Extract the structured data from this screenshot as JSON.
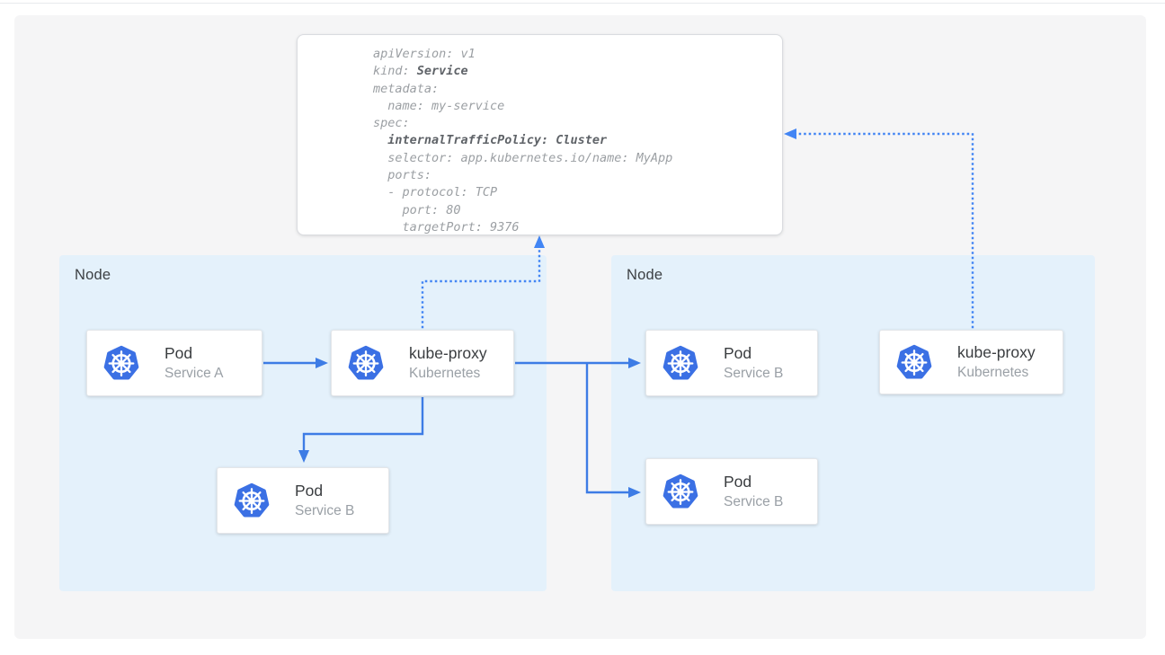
{
  "code_card": {
    "lines": [
      [
        {
          "text": "apiVersion: v1",
          "bold": false
        }
      ],
      [
        {
          "text": "kind: ",
          "bold": false
        },
        {
          "text": "Service",
          "bold": true
        }
      ],
      [
        {
          "text": "metadata:",
          "bold": false
        }
      ],
      [
        {
          "text": "  name: my-service",
          "bold": false
        }
      ],
      [
        {
          "text": "spec:",
          "bold": false
        }
      ],
      [
        {
          "text": "  ",
          "bold": false
        },
        {
          "text": "internalTrafficPolicy: Cluster",
          "bold": true
        }
      ],
      [
        {
          "text": "  selector: app.kubernetes.io/name: MyApp",
          "bold": false
        }
      ],
      [
        {
          "text": "  ports:",
          "bold": false
        }
      ],
      [
        {
          "text": "  - protocol: TCP",
          "bold": false
        }
      ],
      [
        {
          "text": "    port: 80",
          "bold": false
        }
      ],
      [
        {
          "text": "    targetPort: 9376",
          "bold": false
        }
      ]
    ]
  },
  "nodes": {
    "left": {
      "label": "Node"
    },
    "right": {
      "label": "Node"
    }
  },
  "cards": {
    "pod_a": {
      "title": "Pod",
      "subtitle": "Service A"
    },
    "kube_proxy_left": {
      "title": "kube-proxy",
      "subtitle": "Kubernetes"
    },
    "pod_b_left": {
      "title": "Pod",
      "subtitle": "Service B"
    },
    "pod_b_right_top": {
      "title": "Pod",
      "subtitle": "Service B"
    },
    "pod_b_right_bottom": {
      "title": "Pod",
      "subtitle": "Service B"
    },
    "kube_proxy_right": {
      "title": "kube-proxy",
      "subtitle": "Kubernetes"
    }
  },
  "icons": {
    "kubernetes": "kubernetes-helm-wheel-icon"
  },
  "colors": {
    "kubernetes_blue": "#3b70e4",
    "arrow_blue": "#3d7ce5",
    "dotted_blue": "#4285f4",
    "node_fill": "#e4f1fb",
    "panel_fill": "#f5f5f6",
    "code_text": "#9b9fa3",
    "code_bold_text": "#5f6368",
    "title_text": "#3a3d40",
    "subtitle_text": "#9aa0a6"
  }
}
